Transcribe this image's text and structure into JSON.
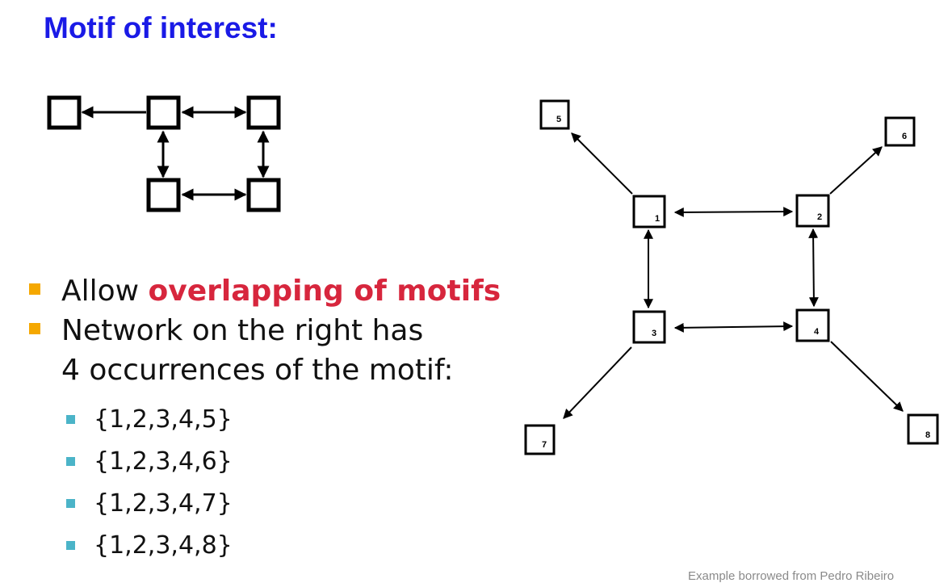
{
  "title": "Motif of interest:",
  "bullets": [
    {
      "prefix": "Allow ",
      "highlight": "overlapping of motifs"
    },
    {
      "line1": "Network on the right has",
      "line2": "4 occurrences of the motif:"
    }
  ],
  "occurrences": [
    "{1,2,3,4,5}",
    "{1,2,3,4,6}",
    "{1,2,3,4,7}",
    "{1,2,3,4,8}"
  ],
  "credit": "Example borrowed from Pedro Ribeiro",
  "network": {
    "nodes": [
      "1",
      "2",
      "3",
      "4",
      "5",
      "6",
      "7",
      "8"
    ]
  },
  "colors": {
    "title": "#1a1ae6",
    "highlight": "#d7263d",
    "bullet": "#f5a800",
    "sub_bullet": "#4bb4c8"
  }
}
